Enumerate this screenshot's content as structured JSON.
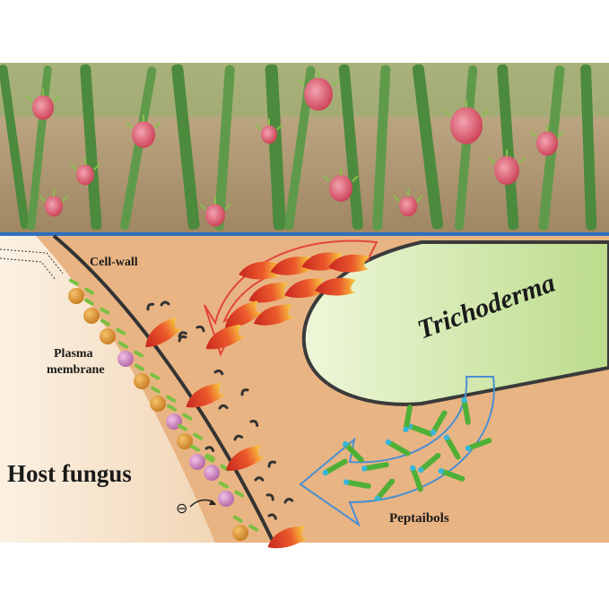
{
  "labels": {
    "cell_wall": "Cell-wall",
    "plasma_line1": "Plasma",
    "plasma_line2": "membrane",
    "trichoderma": "Trichoderma",
    "host_fungus": "Host fungus",
    "peptaibols": "Peptaibols",
    "charge_symbol": "⊖"
  },
  "colors": {
    "background_top": "#ffffff",
    "diagram_bg": "#e9b483",
    "divider_line": "#2e6fc1",
    "hypha_fill": "#cfe6a5",
    "wall_stroke": "#333333",
    "enzyme_red": "#d8302a",
    "enzyme_yellow": "#f5c93a",
    "peptaibol_green": "#4fb036",
    "peptaibol_cap": "#37b6d9",
    "lipid_orange": "#d8892a",
    "lipid_pink": "#c879b7",
    "arrow_red": "#e0463a",
    "arrow_blue": "#4a8fd0",
    "cactus_green": "#5f9a4a",
    "fruit_pink": "#d8465e",
    "soil": "#b79e7a"
  },
  "icons": {
    "photo": "dragon-fruit-plantation-photo",
    "enzyme": "enzyme-cone-icon",
    "peptaibol": "peptaibol-rod-icon",
    "lipid": "lipid-head-icon"
  }
}
